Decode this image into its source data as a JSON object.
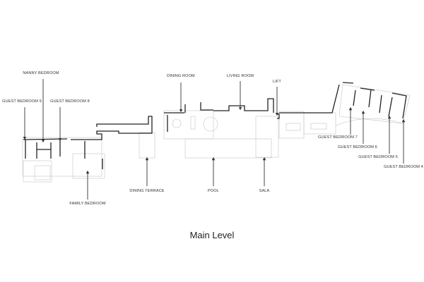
{
  "title": "Main Level",
  "labels": {
    "nanny_bedroom": "NANNY BEDROOM",
    "guest_bedroom_9": "GUEST BEDROOM 9",
    "guest_bedroom_8": "GUEST BEDROOM 8",
    "family_bedroom": "FAMILY BEDROOM",
    "dining_terrace": "DINING TERRACE",
    "dining_room": "DINING ROOM",
    "living_room": "LIVING ROOM",
    "lift": "LIFT",
    "pool": "POOL",
    "sala": "SALA",
    "guest_bedroom_7": "GUEST BEDROOM 7",
    "guest_bedroom_6": "GUEST BEDROOM 6",
    "guest_bedroom_5": "GUEST BEDROOM 5",
    "guest_bedroom_4": "GUEST BEDROOM 4"
  },
  "colors": {
    "wall": "#222222",
    "plan_line": "#bbbbbb",
    "arrow": "#333333"
  }
}
